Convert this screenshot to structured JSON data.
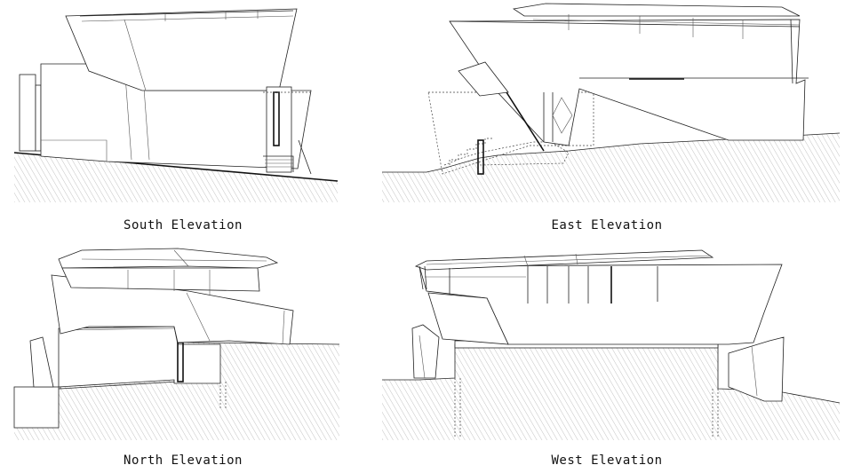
{
  "drawings": [
    {
      "id": "south",
      "caption": "South Elevation"
    },
    {
      "id": "east",
      "caption": "East Elevation"
    },
    {
      "id": "north",
      "caption": "North Elevation"
    },
    {
      "id": "west",
      "caption": "West Elevation"
    }
  ],
  "colors": {
    "line": "#222222",
    "hatch": "#9a9a9a",
    "background": "#ffffff"
  }
}
